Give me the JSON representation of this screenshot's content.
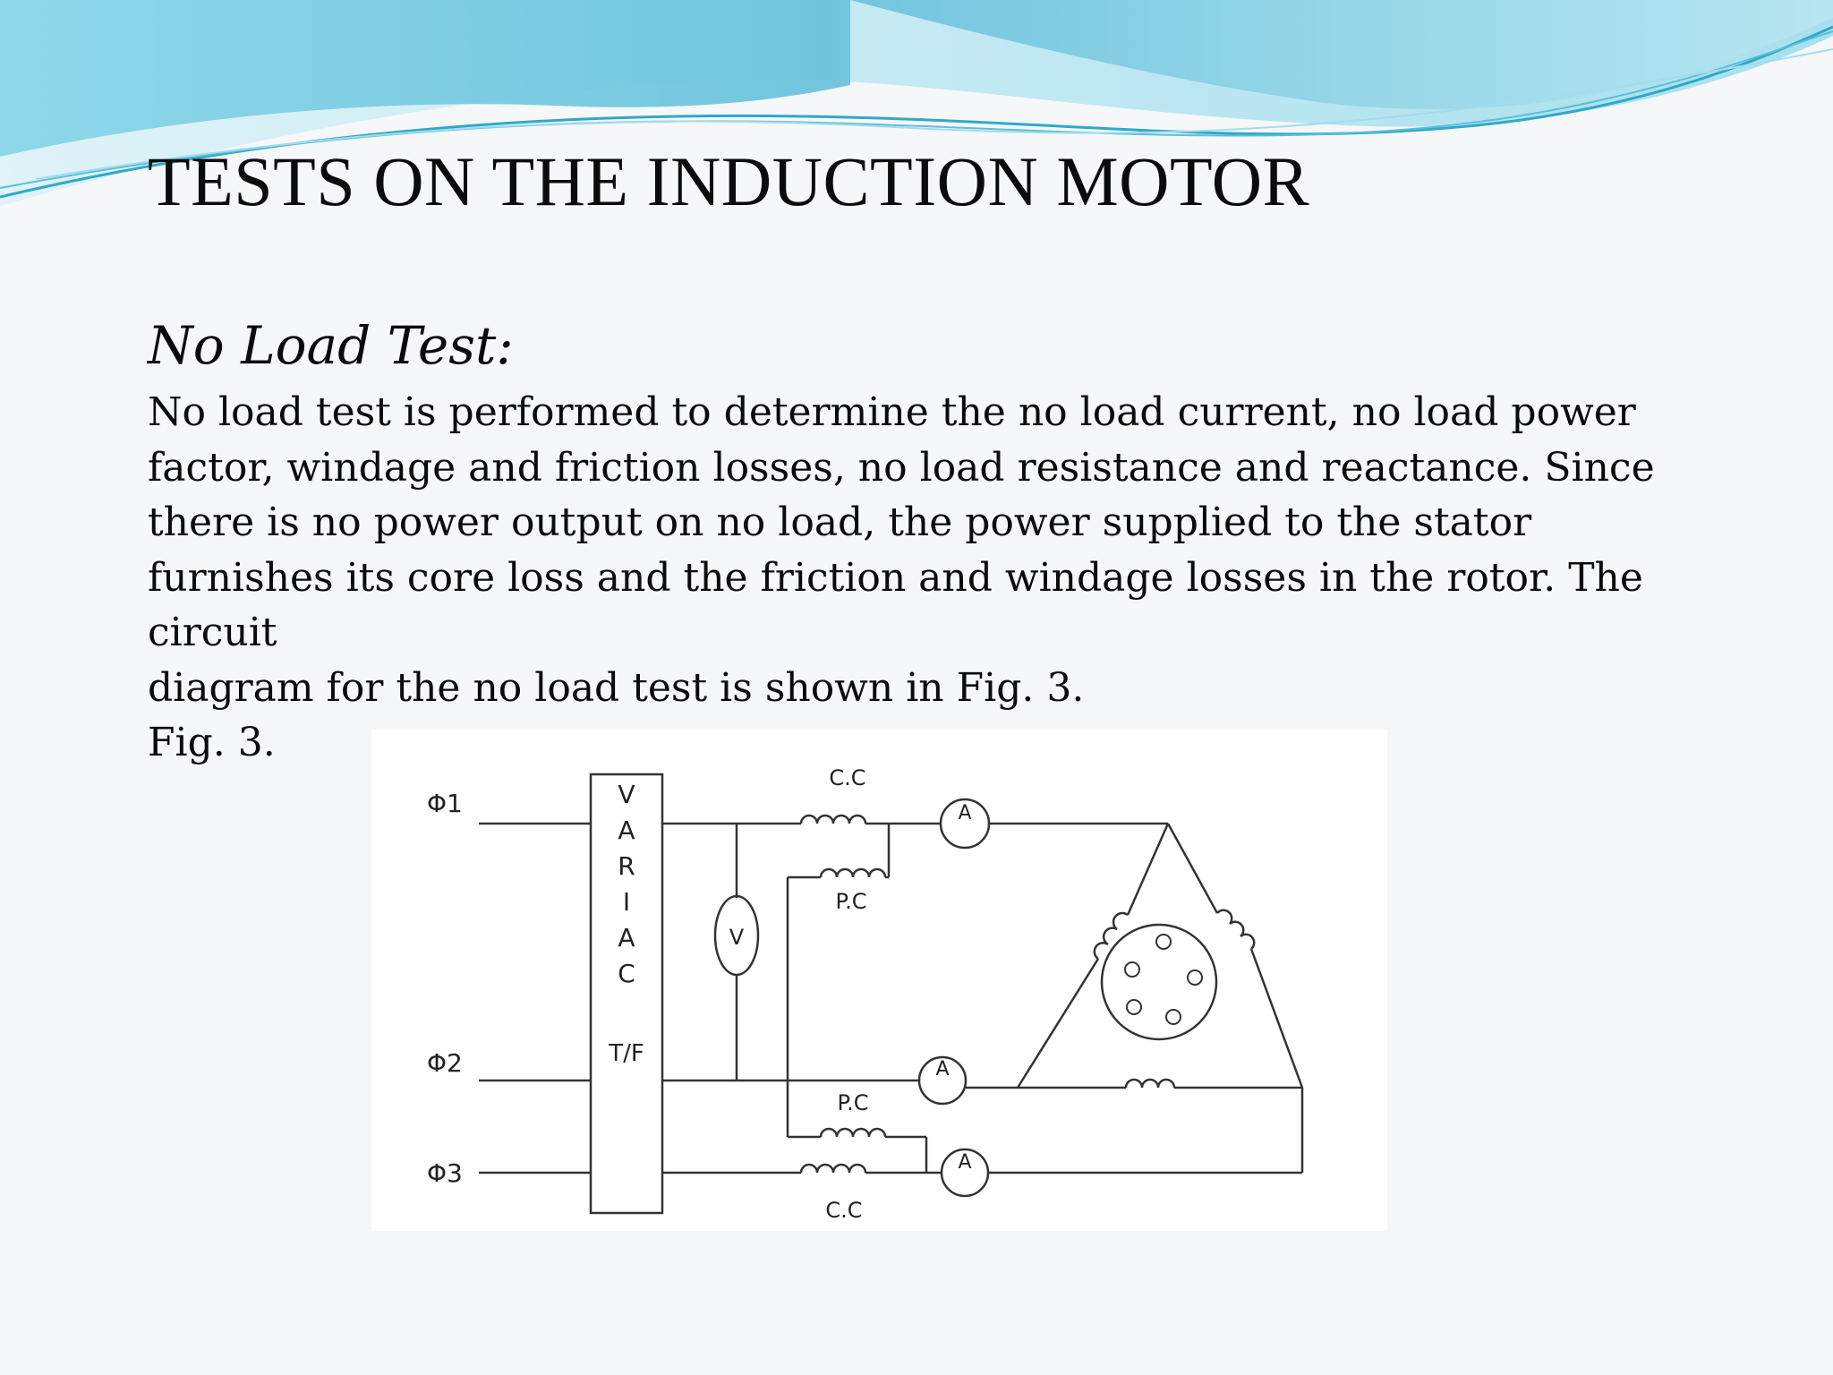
{
  "slide": {
    "title": "TESTS ON THE INDUCTION MOTOR",
    "subtitle": "No Load Test:",
    "paragraph_lines": [
      "No load test is performed to determine the no load current, no load power",
      "factor, windage and friction losses, no load resistance and reactance. Since",
      "there is no power output on no load, the power supplied to the stator",
      "furnishes its core loss and the friction and windage losses in the rotor. The",
      "circuit",
      "diagram for the no load test is shown in Fig. 3.",
      "Fig. 3."
    ]
  },
  "diagram": {
    "phase_labels": [
      "Φ1",
      "Φ2",
      "Φ3"
    ],
    "variac_letters": [
      "V",
      "A",
      "R",
      "I",
      "A",
      "C"
    ],
    "transformer_label": "T/F",
    "current_coil_label": "C.C",
    "pressure_coil_label": "P.C",
    "voltmeter_label": "V",
    "ammeter_label": "A"
  },
  "colors": {
    "wave_light": "#c6ebf3",
    "wave_mid": "#7fd0e4",
    "wave_dark": "#2fa9c7",
    "text": "#0b0b0b",
    "diagram_line": "#333333"
  }
}
